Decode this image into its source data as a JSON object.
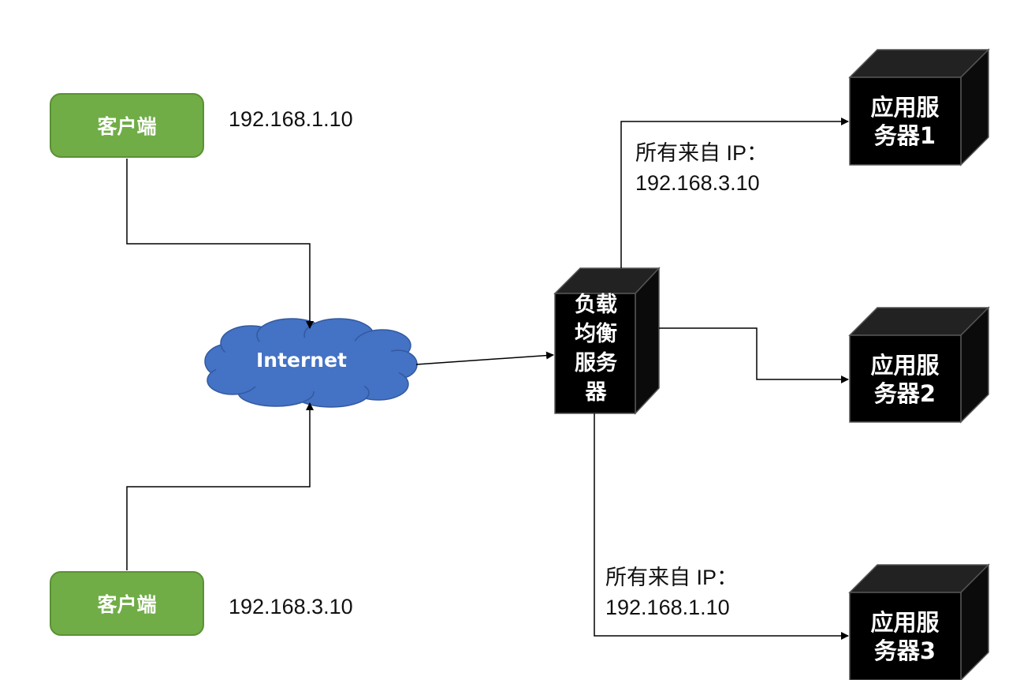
{
  "clients": [
    {
      "label": "客户端",
      "ip": "192.168.1.10"
    },
    {
      "label": "客户端",
      "ip": "192.168.3.10"
    }
  ],
  "internet": {
    "label": "Internet"
  },
  "load_balancer": {
    "lines": [
      "负载",
      "均衡",
      "服务",
      "器"
    ]
  },
  "app_servers": [
    {
      "line1": "应用服",
      "line2": "务器1"
    },
    {
      "line1": "应用服",
      "line2": "务器2"
    },
    {
      "line1": "应用服",
      "line2": "务器3"
    }
  ],
  "notes": {
    "top": {
      "line1": "所有来自 IP：",
      "line2": "192.168.3.10"
    },
    "bottom": {
      "line1": "所有来自 IP：",
      "line2": "192.168.1.10"
    }
  },
  "colors": {
    "client_fill": "#70ad47",
    "cloud_fill": "#4472c4",
    "server_fill": "#000000",
    "connector": "#000000"
  }
}
